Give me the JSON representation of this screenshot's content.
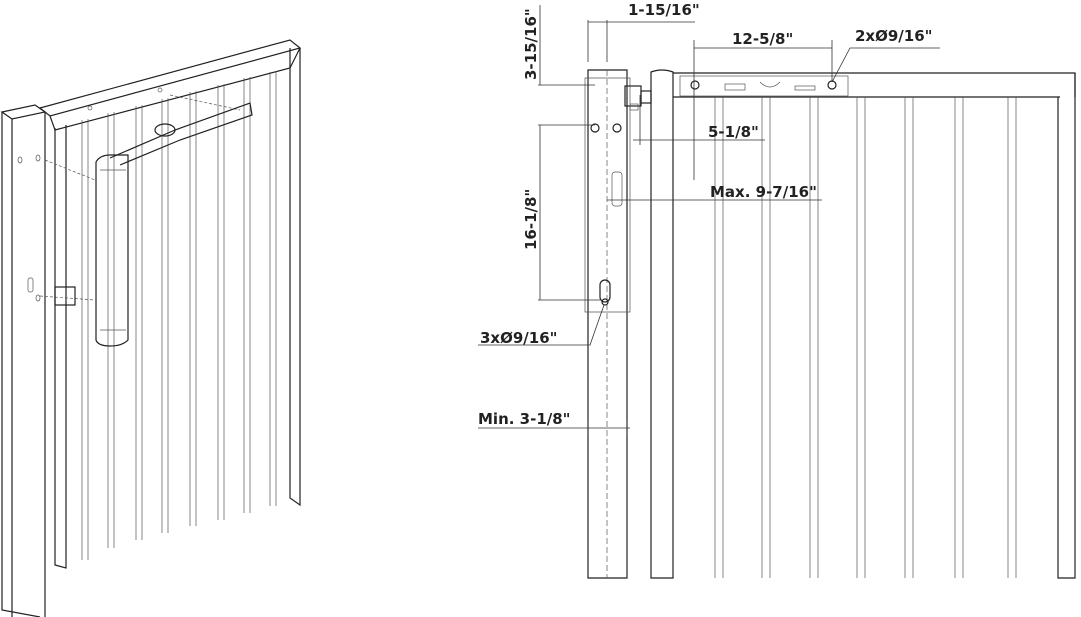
{
  "dimensions": {
    "post_width": "1-15/16\"",
    "top_offset": "3-15/16\"",
    "arm_hole_spacing": "12-5/8\"",
    "arm_holes": "2xØ9/16\"",
    "hinge_offset": "5-1/8\"",
    "max_offset": "Max. 9-7/16\"",
    "body_length": "16-1/8\"",
    "body_holes": "3xØ9/16\"",
    "min_post_width": "Min. 3-1/8\""
  }
}
